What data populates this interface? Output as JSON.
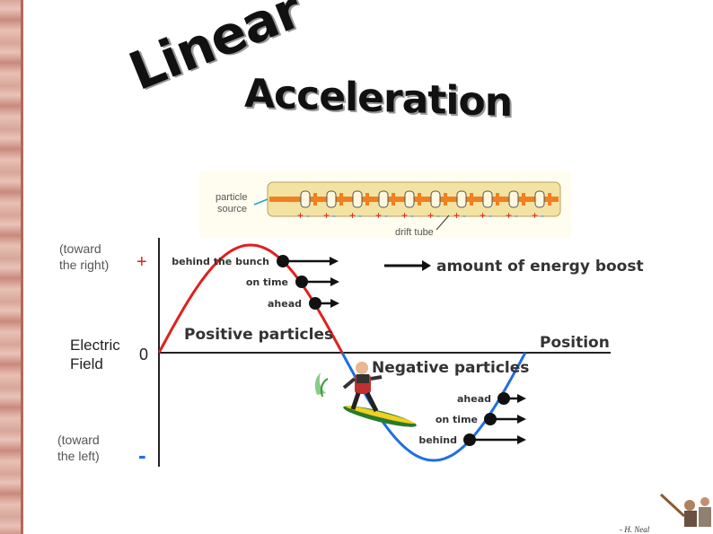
{
  "title": {
    "line1": "Linear",
    "line2": "Acceleration"
  },
  "tube": {
    "source_label_1": "particle",
    "source_label_2": "source",
    "drift_label": "drift tube"
  },
  "axis": {
    "right_label_1": "(toward",
    "right_label_2": "the right)",
    "left_label_1": "(toward",
    "left_label_2": "the left)",
    "field_label_1": "Electric",
    "field_label_2": "Field",
    "plus": "+",
    "zero": "0",
    "minus": "-",
    "position_label": "Position"
  },
  "legend": {
    "arrow_label": "amount of energy boost"
  },
  "positive": {
    "label": "Positive particles",
    "markers": [
      "behind the bunch",
      "on time",
      "ahead"
    ]
  },
  "negative": {
    "label": "Negative particles",
    "markers": [
      "ahead",
      "on time",
      "behind"
    ]
  },
  "credit": "- H. Neal",
  "colors": {
    "positive_wave": "#e02020",
    "negative_wave": "#1f6fe0",
    "tube": "#f0e0a0",
    "plates": "#f08020"
  }
}
